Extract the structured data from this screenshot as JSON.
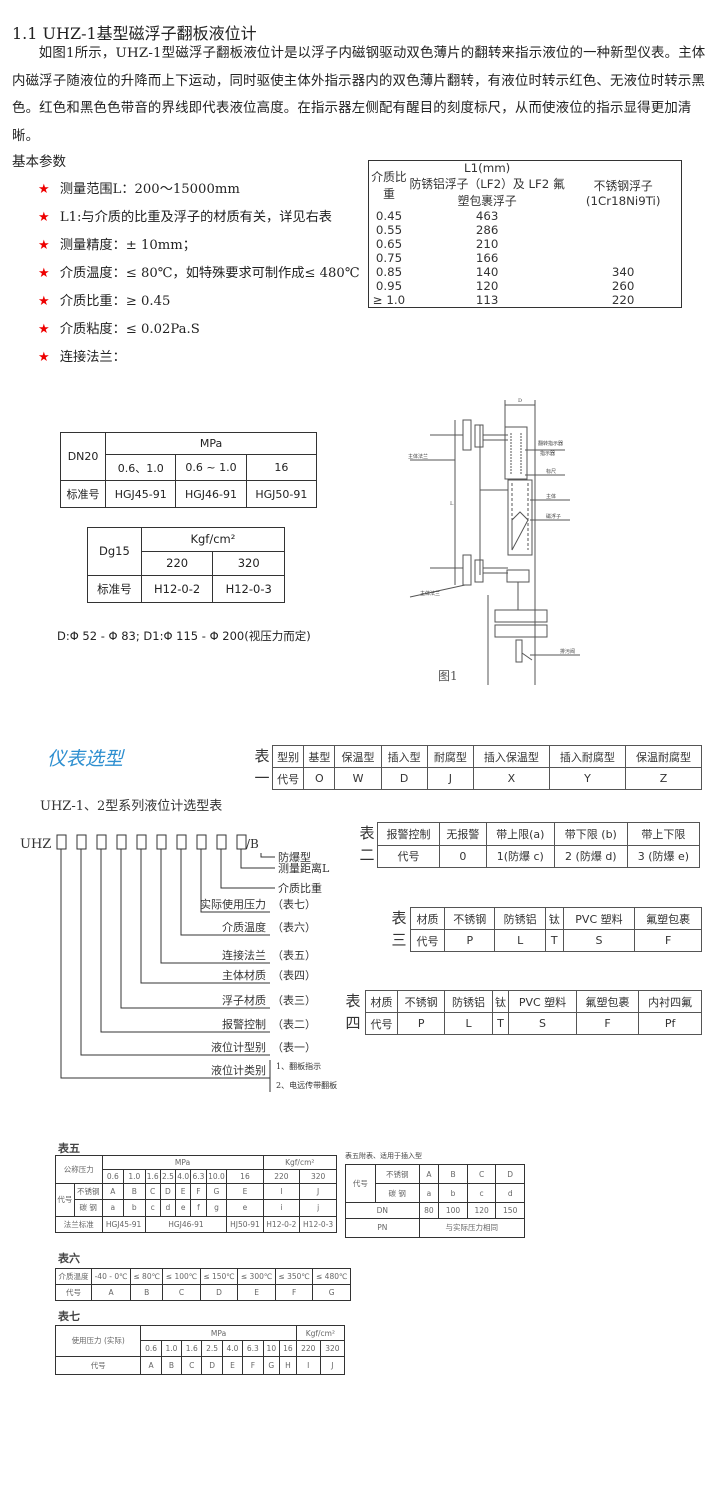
{
  "intro": {
    "title": "1.1 UHZ-1基型磁浮子翻板液位计",
    "paragraph": "如图1所示，UHZ-1型磁浮子翻板液位计是以浮子内磁钢驱动双色薄片的翻转来指示液位的一种新型仪表。主体内磁浮子随液位的升降而上下运动，同时驱使主体外指示器内的双色薄片翻转，有液位时转示红色、无液位时转示黑色。红色和黑色色带音的界线即代表液位高度。在指示器左侧配有醒目的刻度标尺，从而使液位的指示显得更加清晰。",
    "basic_params_label": "基本参数",
    "params": [
      "测量范围L：200～15000mm",
      "L1:与介质的比重及浮子的材质有关，详见右表",
      "测量精度：± 10mm；",
      "介质温度：≤ 80℃，如特殊要求可制作成≤ 480℃",
      "介质比重：≥ 0.45",
      "介质粘度：≤ 0.02Pa.S",
      "连接法兰："
    ],
    "bullet_color": "#ee0000"
  },
  "ratio_table": {
    "rows": [
      [
        {
          "t": "介质比重",
          "rs": 2
        },
        {
          "t": "L1(mm)"
        },
        {
          "t": ""
        }
      ],
      [
        {
          "t": "防锈铝浮子（LF2）及 LF2 氟塑包裹浮子"
        },
        {
          "t": "不锈钢浮子 (1Cr18Ni9Ti)"
        }
      ],
      [
        "0.45",
        "463",
        ""
      ],
      [
        "0.55",
        "286",
        ""
      ],
      [
        "0.65",
        "210",
        ""
      ],
      [
        "0.75",
        "166",
        ""
      ],
      [
        "0.85",
        "140",
        "340"
      ],
      [
        "0.95",
        "120",
        "260"
      ],
      [
        "≥ 1.0",
        "113",
        "220"
      ]
    ]
  },
  "dn20_table": {
    "rows": [
      [
        {
          "t": "DN20",
          "rs": 2
        },
        {
          "t": "MPa",
          "cs": 3
        }
      ],
      [
        "0.6、1.0",
        "0.6 ~ 1.0",
        "16"
      ],
      [
        "标准号",
        "HGJ45-91",
        "HGJ46-91",
        "HGJ50-91"
      ]
    ]
  },
  "dg15_table": {
    "rows": [
      [
        {
          "t": "Dg15",
          "rs": 2
        },
        {
          "t": "Kgf/cm²",
          "cs": 2
        }
      ],
      [
        "220",
        "320"
      ],
      [
        "标准号",
        "H12-0-2",
        "H12-0-3"
      ]
    ]
  },
  "flange_note": "D:Φ 52 - Φ 83; D1:Φ 115 - Φ 200(视压力而定)",
  "figure1": {
    "caption": "图1",
    "labels": {
      "indicator_flip": "翻转指示器",
      "indicator": "指示器",
      "scale": "标尺",
      "body": "主体",
      "float": "磁浮子",
      "flange_top": "主体法兰",
      "flange_bottom": "主体法兰",
      "drain": "排污阀",
      "d": "D",
      "l": "L"
    }
  },
  "selection": {
    "heading": "仪表选型",
    "table1": {
      "label": [
        "表",
        "一"
      ],
      "rows": [
        [
          "型别",
          "基型",
          "保温型",
          "插入型",
          "耐腐型",
          "插入保温型",
          "插入耐腐型",
          "保温耐腐型"
        ],
        [
          "代号",
          "O",
          "W",
          "D",
          "J",
          "X",
          "Y",
          "Z"
        ]
      ]
    },
    "table2": {
      "label": [
        "表",
        "二"
      ],
      "rows": [
        [
          "报警控制",
          "无报警",
          "带上限(a)",
          "带下限 (b)",
          "带上下限"
        ],
        [
          "代号",
          "0",
          "1(防爆 c)",
          "2 (防爆 d)",
          "3 (防爆 e)"
        ]
      ]
    },
    "table3": {
      "label": [
        "表",
        "三"
      ],
      "rows": [
        [
          "材质",
          "不锈钢",
          "防锈铝",
          "钛",
          "PVC 塑料",
          "氟塑包裹"
        ],
        [
          "代号",
          "P",
          "L",
          "T",
          "S",
          "F"
        ]
      ]
    },
    "table4": {
      "label": [
        "表",
        "四"
      ],
      "rows": [
        [
          "材质",
          "不锈钢",
          "防锈铝",
          "钛",
          "PVC 塑料",
          "氟塑包裹",
          "内衬四氟"
        ],
        [
          "代号",
          "P",
          "L",
          "T",
          "S",
          "F",
          "Pf"
        ]
      ]
    }
  },
  "code_chart": {
    "title": "UHZ-1、2型系列液位计选型表",
    "prefix": "UHZ",
    "suffix": "/B",
    "items": [
      {
        "label": "防爆型",
        "ref": ""
      },
      {
        "label": "测量距离L",
        "ref": ""
      },
      {
        "label": "介质比重",
        "ref": ""
      },
      {
        "label": "实际使用压力",
        "ref": "（表七）"
      },
      {
        "label": "介质温度",
        "ref": "（表六）"
      },
      {
        "label": "连接法兰",
        "ref": "（表五）"
      },
      {
        "label": "主体材质",
        "ref": "（表四）"
      },
      {
        "label": "浮子材质",
        "ref": "（表三）"
      },
      {
        "label": "报警控制",
        "ref": "（表二）"
      },
      {
        "label": "液位计型别",
        "ref": "（表一）"
      },
      {
        "label": "液位计类别",
        "ref": ""
      }
    ],
    "category_options": [
      "1、翻板指示",
      "2、电远传带翻板"
    ]
  },
  "table5": {
    "title": "表五",
    "rows": [
      [
        {
          "t": "公称压力",
          "cs": 2,
          "rs": 2
        },
        {
          "t": "MPa",
          "cs": 8
        },
        {
          "t": "Kgf/cm²",
          "cs": 2
        }
      ],
      [
        "0.6",
        "1.0",
        "1.6",
        "2.5",
        "4.0",
        "6.3",
        "10.0",
        "16",
        "220",
        "320"
      ],
      [
        {
          "t": "代号",
          "rs": 2
        },
        "不锈钢",
        "A",
        "B",
        "C",
        "D",
        "E",
        "F",
        "G",
        "E",
        "I",
        "J"
      ],
      [
        "碳 钢",
        "a",
        "b",
        "c",
        "d",
        "e",
        "f",
        "g",
        "e",
        "i",
        "j"
      ],
      [
        {
          "t": "法兰标准",
          "cs": 2
        },
        {
          "t": "HGJ45-91",
          "cs": 2
        },
        {
          "t": "HGJ46-91",
          "cs": 5
        },
        "HJ50-91",
        "H12-0-2",
        "H12-0-3"
      ]
    ]
  },
  "table5a": {
    "title": "表五附表、适用于插入型",
    "rows": [
      [
        {
          "t": "代号",
          "rs": 2
        },
        "不锈钢",
        "A",
        "B",
        "C",
        "D"
      ],
      [
        "碳 钢",
        "a",
        "b",
        "c",
        "d"
      ],
      [
        {
          "t": "DN",
          "cs": 2
        },
        "80",
        "100",
        "120",
        "150"
      ],
      [
        {
          "t": "PN",
          "cs": 2
        },
        {
          "t": "与实际压力相同",
          "cs": 4
        }
      ]
    ]
  },
  "table6": {
    "title": "表六",
    "rows": [
      [
        "介质温度",
        "-40 - 0℃",
        "≤ 80℃",
        "≤ 100℃",
        "≤ 150℃",
        "≤ 300℃",
        "≤ 350℃",
        "≤ 480℃"
      ],
      [
        "代号",
        "A",
        "B",
        "C",
        "D",
        "E",
        "F",
        "G"
      ]
    ]
  },
  "table7": {
    "title": "表七",
    "rows": [
      [
        {
          "t": "使用压力 (实际)",
          "rs": 2
        },
        {
          "t": "MPa",
          "cs": 8
        },
        {
          "t": "Kgf/cm²",
          "cs": 2
        }
      ],
      [
        "0.6",
        "1.0",
        "1.6",
        "2.5",
        "4.0",
        "6.3",
        "10",
        "16",
        "220",
        "320"
      ],
      [
        "代号",
        "A",
        "B",
        "C",
        "D",
        "E",
        "F",
        "G",
        "H",
        "I",
        "J"
      ]
    ]
  }
}
